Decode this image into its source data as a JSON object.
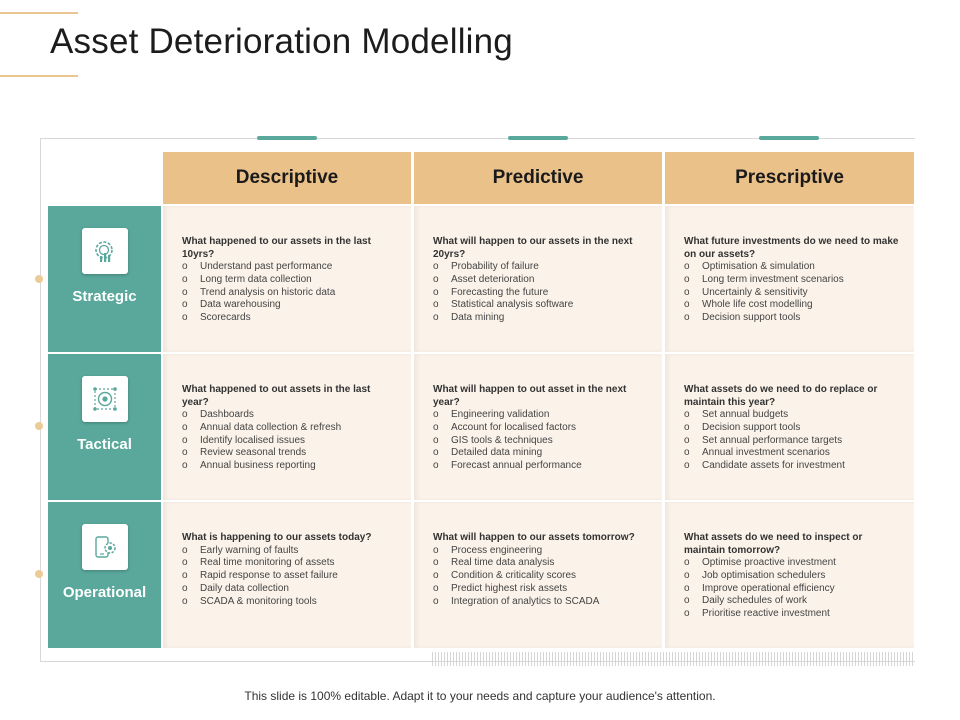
{
  "slide": {
    "title": "Asset Deterioration Modelling",
    "footer": "This slide is 100% editable. Adapt it to your needs and capture your audience's attention."
  },
  "columns": [
    "Descriptive",
    "Predictive",
    "Prescriptive"
  ],
  "rows": [
    {
      "label": "Strategic",
      "icon": "gear-chart-icon",
      "cells": [
        {
          "question": "What happened to our assets in the last 10yrs?",
          "items": [
            "Understand past performance",
            "Long term data collection",
            "Trend analysis on historic data",
            "Data warehousing",
            "Scorecards"
          ]
        },
        {
          "question": "What will happen to our assets in the next 20yrs?",
          "items": [
            "Probability of failure",
            "Asset deterioration",
            "Forecasting the future",
            "Statistical analysis software",
            "Data mining"
          ]
        },
        {
          "question": "What future investments do we need to make on our assets?",
          "items": [
            "Optimisation & simulation",
            "Long term investment scenarios",
            "Uncertainly & sensitivity",
            "Whole life cost modelling",
            "Decision support tools"
          ]
        }
      ]
    },
    {
      "label": "Tactical",
      "icon": "target-icon",
      "cells": [
        {
          "question": "What happened to out assets in the last year?",
          "items": [
            "Dashboards",
            "Annual data collection & refresh",
            "Identify localised issues",
            "Review seasonal trends",
            "Annual business reporting"
          ]
        },
        {
          "question": "What will happen to out asset in the next year?",
          "items": [
            "Engineering validation",
            "Account for localised factors",
            "GIS tools & techniques",
            "Detailed data mining",
            "Forecast annual performance"
          ]
        },
        {
          "question": "What assets do we need to do replace or maintain this year?",
          "items": [
            "Set annual budgets",
            "Decision support tools",
            "Set annual performance targets",
            "Annual investment scenarios",
            "Candidate assets for investment"
          ]
        }
      ]
    },
    {
      "label": "Operational",
      "icon": "mobile-gear-icon",
      "cells": [
        {
          "question": "What is happening to our assets today?",
          "items": [
            "Early warning of faults",
            "Real time monitoring of assets",
            "Rapid response to asset failure",
            "Daily data collection",
            "SCADA & monitoring tools"
          ]
        },
        {
          "question": "What will happen to our assets tomorrow?",
          "items": [
            "Process engineering",
            "Real time data analysis",
            "Condition & criticality scores",
            "Predict highest risk assets",
            "Integration of analytics to SCADA"
          ]
        },
        {
          "question": "What assets do we need to inspect or maintain tomorrow?",
          "items": [
            "Optimise proactive investment",
            "Job optimisation schedulers",
            "Improve operational efficiency",
            "Daily schedules of work",
            "Prioritise reactive investment"
          ]
        }
      ]
    }
  ],
  "colors": {
    "header": "#ebc18a",
    "rowhead": "#5aa89c",
    "cell": "#fbf3ea",
    "accent": "#e9c68f"
  }
}
